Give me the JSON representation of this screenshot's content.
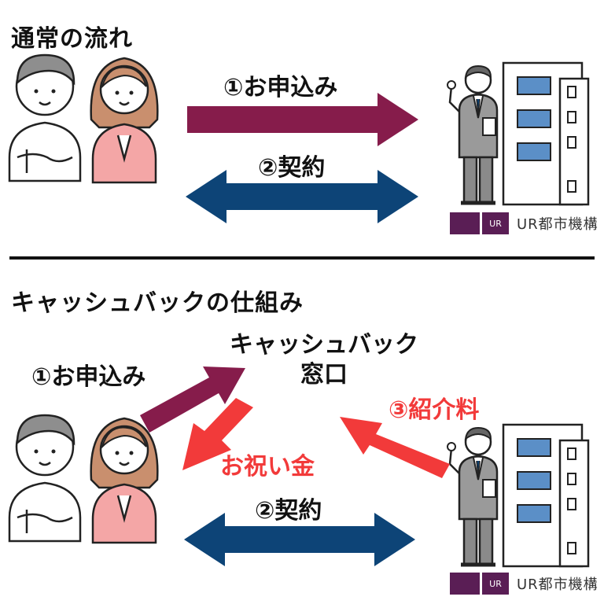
{
  "section1": {
    "title": "通常の流れ",
    "arrow1_label": "①お申込み",
    "arrow2_label": "②契約",
    "brand": {
      "logo_mark": "UR",
      "name": "UR都市機構"
    }
  },
  "section2": {
    "title": "キャッシュバックの仕組み",
    "center_label_line1": "キャッシュバック",
    "center_label_line2": "窓口",
    "arrow1_label": "①お申込み",
    "arrow2_label": "②契約",
    "arrow3_label": "③紹介料",
    "gift_label": "お祝い金",
    "brand": {
      "logo_mark": "UR",
      "name": "UR都市機構"
    }
  },
  "colors": {
    "apply_arrow": "#861c4b",
    "contract_arrow": "#0d4477",
    "cashback_arrow": "#f23a3a",
    "brand_purple": "#5a1e55"
  }
}
